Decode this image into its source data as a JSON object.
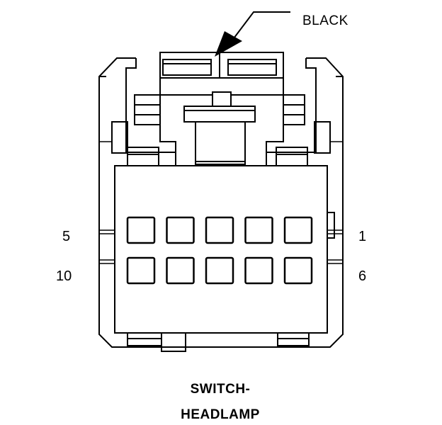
{
  "wire_color_label": "BLACK",
  "pin_labels": {
    "top_left": "5",
    "top_right": "1",
    "bottom_left": "10",
    "bottom_right": "6"
  },
  "title_lines": [
    "SWITCH-",
    "HEADLAMP"
  ],
  "cavity_rows": 2,
  "cavities_per_row": 5
}
